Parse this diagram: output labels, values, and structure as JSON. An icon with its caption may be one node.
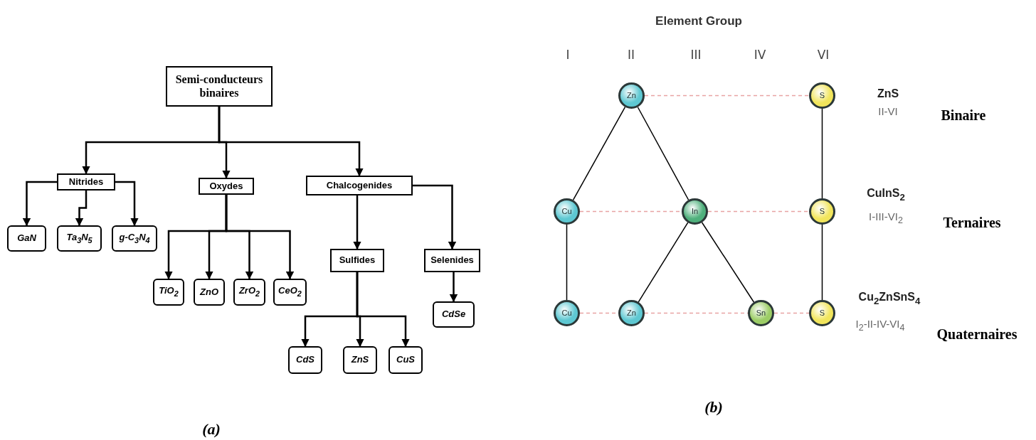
{
  "diagram": {
    "nodes": [
      {
        "text": [
          "Semi-conducteurs binaires"
        ]
      },
      {
        "text": [
          "Nitrides"
        ]
      },
      {
        "text": [
          "Oxydes"
        ]
      },
      {
        "text": [
          "Chalcogenides"
        ]
      },
      {
        "text": [
          "GaN"
        ]
      },
      {
        "text": [
          "Ta$_{3}$N$_{5}$"
        ]
      },
      {
        "text": [
          "g-C$_{3}$N$_{4}$"
        ]
      },
      {
        "text": [
          "TiO$_{2}$"
        ]
      },
      {
        "text": [
          "ZnO"
        ]
      },
      {
        "text": [
          "ZrO$_{2}$"
        ]
      },
      {
        "text": [
          "CeO$_{2}$"
        ]
      },
      {
        "text": [
          "Sulfides"
        ]
      },
      {
        "text": [
          "Selenides"
        ]
      },
      {
        "text": [
          "CdSe"
        ]
      },
      {
        "text": [
          "CdS"
        ]
      },
      {
        "text": [
          "ZnS"
        ]
      },
      {
        "text": [
          "CuS"
        ]
      },
      {
        "text": [
          "Zn"
        ]
      },
      {
        "text": [
          "S"
        ]
      },
      {
        "text": [
          "Cu"
        ]
      },
      {
        "text": [
          "In"
        ]
      },
      {
        "text": [
          "S"
        ]
      },
      {
        "text": [
          "Cu"
        ]
      },
      {
        "text": [
          "Zn"
        ]
      },
      {
        "text": [
          "Sn"
        ]
      },
      {
        "text": [
          "S"
        ]
      }
    ],
    "edges": [
      {
        "from": 0,
        "to": 1,
        "arrow": "to"
      },
      {
        "from": 0,
        "to": 2,
        "arrow": "to"
      },
      {
        "from": 0,
        "to": 3,
        "arrow": "to"
      },
      {
        "from": 1,
        "to": 4,
        "arrow": "to"
      },
      {
        "from": 1,
        "to": 5,
        "arrow": "to"
      },
      {
        "from": 1,
        "to": 6,
        "arrow": "to"
      },
      {
        "from": 2,
        "to": 7,
        "arrow": "to"
      },
      {
        "from": 2,
        "to": 8,
        "arrow": "to"
      },
      {
        "from": 2,
        "to": 9,
        "arrow": "to"
      },
      {
        "from": 2,
        "to": 10,
        "arrow": "to"
      },
      {
        "from": 3,
        "to": 11,
        "arrow": "to"
      },
      {
        "from": 3,
        "to": 12,
        "arrow": "to"
      },
      {
        "from": 12,
        "to": 13,
        "arrow": "to"
      },
      {
        "from": 11,
        "to": 14,
        "arrow": "to"
      },
      {
        "from": 11,
        "to": 15,
        "arrow": "to"
      },
      {
        "from": 11,
        "to": 16,
        "arrow": "to"
      },
      {
        "from": 17,
        "to": 18,
        "arrow": "none",
        "style": "dashed",
        "color": "#e8a3a3"
      },
      {
        "from": 17,
        "to": 19,
        "arrow": "none"
      },
      {
        "from": 17,
        "to": 20,
        "arrow": "none"
      },
      {
        "from": 18,
        "to": 21,
        "arrow": "none"
      },
      {
        "from": 19,
        "to": 20,
        "arrow": "none",
        "style": "dashed",
        "color": "#e8a3a3"
      },
      {
        "from": 20,
        "to": 21,
        "arrow": "none",
        "style": "dashed",
        "color": "#e8a3a3"
      },
      {
        "from": 19,
        "to": 22,
        "arrow": "none"
      },
      {
        "from": 20,
        "to": 23,
        "arrow": "none"
      },
      {
        "from": 20,
        "to": 24,
        "arrow": "none"
      },
      {
        "from": 21,
        "to": 25,
        "arrow": "none"
      },
      {
        "from": 22,
        "to": 23,
        "arrow": "none",
        "style": "dashed",
        "color": "#e8a3a3"
      },
      {
        "from": 23,
        "to": 24,
        "arrow": "none",
        "style": "dashed",
        "color": "#e8a3a3"
      },
      {
        "from": 24,
        "to": 25,
        "arrow": "none",
        "style": "dashed",
        "color": "#e8a3a3"
      }
    ],
    "labels": [
      "Element Group",
      "I",
      "II",
      "III",
      "IV",
      "VI",
      "ZnS",
      "II-VI",
      "Binaire",
      "CuInS$_{2}$",
      "I-III-VI$_{2}$",
      "Ternaires",
      "Cu$_{2}$ZnSnS$_{4}$",
      "I$_{2}$-II-IV-VI$_{4}$",
      "Quaternaires",
      "(b)",
      "(a)"
    ]
  }
}
